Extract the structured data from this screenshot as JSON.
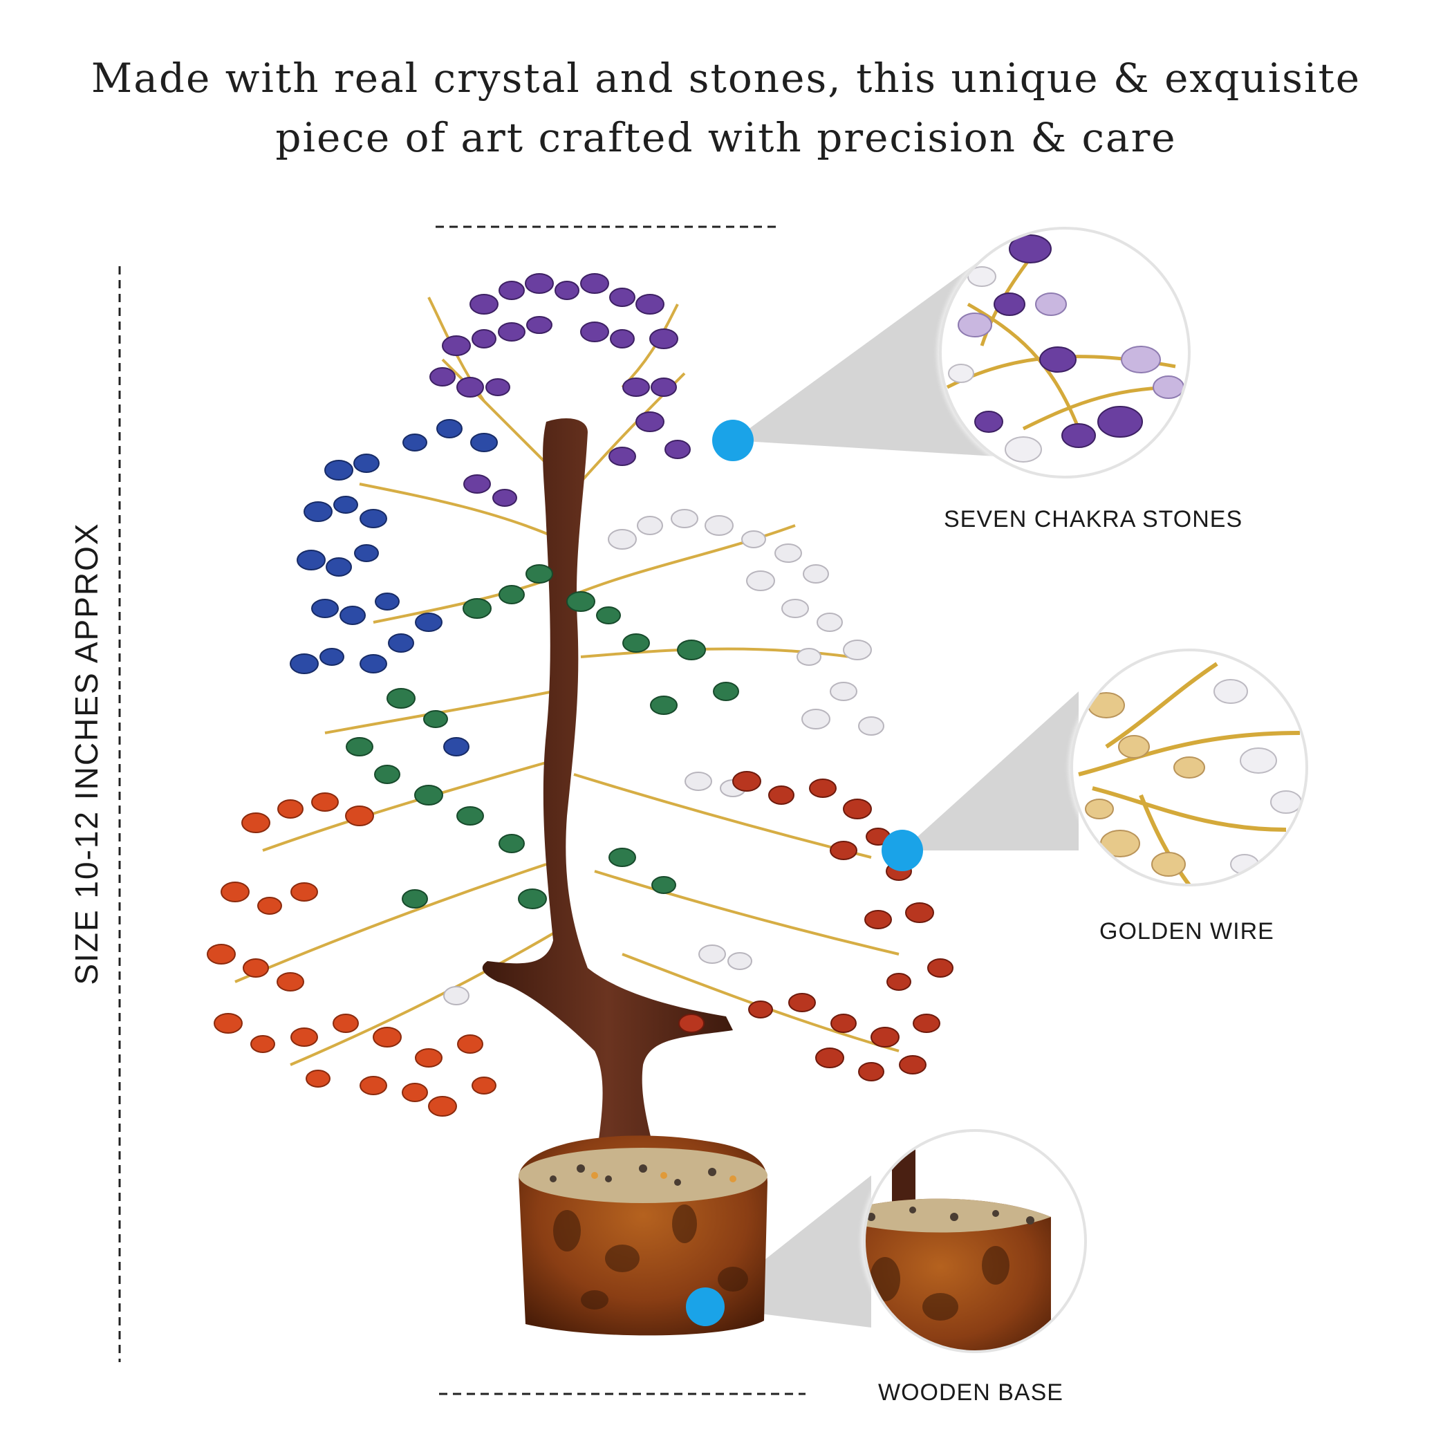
{
  "headline": {
    "line1": "Made with real crystal and stones, this unique & exquisite",
    "line2": "piece of art crafted with precision & care"
  },
  "size_label": "SIZE 10-12 INCHES APPROX",
  "callouts": [
    {
      "label": "SEVEN CHAKRA STONES",
      "zoom": "amethyst and quartz chips on golden wire"
    },
    {
      "label": "GOLDEN WIRE",
      "zoom": "golden wire twists with citrine and quartz chips"
    },
    {
      "label": "WOODEN BASE",
      "zoom": "wooden base with stone chips"
    }
  ],
  "colors": {
    "marker": "#1aa3e8",
    "amethyst": "#6a3fa0",
    "lapis": "#2c4ba6",
    "quartz": "#e9e7ea",
    "aventurine": "#2e7a4c",
    "carnelian": "#d84a1f",
    "jasper": "#b8361f",
    "citrine": "#e7c98a",
    "trunk": "#5a2a1a",
    "wire": "#d4a93a",
    "wood": "#8a3e14"
  },
  "icons": [
    "marker-dot",
    "magnifier-circle",
    "dashed-guide"
  ]
}
